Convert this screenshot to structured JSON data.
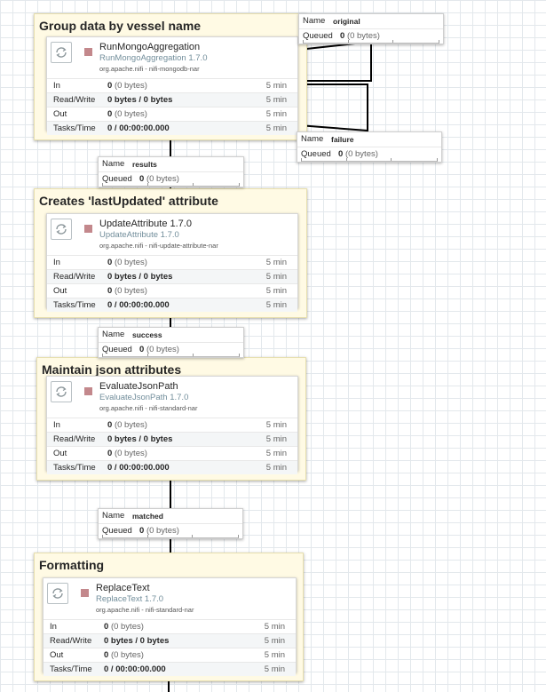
{
  "process_groups": [
    {
      "label": "Group data by vessel name",
      "processor": {
        "name": "RunMongoAggregation",
        "type_version": "RunMongoAggregation 1.7.0",
        "bundle": "org.apache.nifi - nifi-mongodb-nar",
        "stats": [
          {
            "label": "In",
            "value": "0",
            "detail": "(0 bytes)",
            "time": "5 min"
          },
          {
            "label": "Read/Write",
            "value": "0 bytes / 0 bytes",
            "detail": "",
            "time": "5 min"
          },
          {
            "label": "Out",
            "value": "0",
            "detail": "(0 bytes)",
            "time": "5 min"
          },
          {
            "label": "Tasks/Time",
            "value": "0 / 00:00:00.000",
            "detail": "",
            "time": "5 min"
          }
        ]
      }
    },
    {
      "label": "Creates 'lastUpdated' attribute",
      "processor": {
        "name": "UpdateAttribute 1.7.0",
        "type_version": "UpdateAttribute 1.7.0",
        "bundle": "org.apache.nifi - nifi-update-attribute-nar",
        "stats": [
          {
            "label": "In",
            "value": "0",
            "detail": "(0 bytes)",
            "time": "5 min"
          },
          {
            "label": "Read/Write",
            "value": "0 bytes / 0 bytes",
            "detail": "",
            "time": "5 min"
          },
          {
            "label": "Out",
            "value": "0",
            "detail": "(0 bytes)",
            "time": "5 min"
          },
          {
            "label": "Tasks/Time",
            "value": "0 / 00:00:00.000",
            "detail": "",
            "time": "5 min"
          }
        ]
      }
    },
    {
      "label": "Maintain json attributes",
      "processor": {
        "name": "EvaluateJsonPath",
        "type_version": "EvaluateJsonPath 1.7.0",
        "bundle": "org.apache.nifi - nifi-standard-nar",
        "stats": [
          {
            "label": "In",
            "value": "0",
            "detail": "(0 bytes)",
            "time": "5 min"
          },
          {
            "label": "Read/Write",
            "value": "0 bytes / 0 bytes",
            "detail": "",
            "time": "5 min"
          },
          {
            "label": "Out",
            "value": "0",
            "detail": "(0 bytes)",
            "time": "5 min"
          },
          {
            "label": "Tasks/Time",
            "value": "0 / 00:00:00.000",
            "detail": "",
            "time": "5 min"
          }
        ]
      }
    },
    {
      "label": "Formatting",
      "processor": {
        "name": "ReplaceText",
        "type_version": "ReplaceText 1.7.0",
        "bundle": "org.apache.nifi - nifi-standard-nar",
        "stats": [
          {
            "label": "In",
            "value": "0",
            "detail": "(0 bytes)",
            "time": "5 min"
          },
          {
            "label": "Read/Write",
            "value": "0 bytes / 0 bytes",
            "detail": "",
            "time": "5 min"
          },
          {
            "label": "Out",
            "value": "0",
            "detail": "(0 bytes)",
            "time": "5 min"
          },
          {
            "label": "Tasks/Time",
            "value": "0 / 00:00:00.000",
            "detail": "",
            "time": "5 min"
          }
        ]
      }
    }
  ],
  "connections": [
    {
      "name_label": "Name",
      "name": "original",
      "queued_label": "Queued",
      "queued_count": "0",
      "queued_size": "(0 bytes)"
    },
    {
      "name_label": "Name",
      "name": "failure",
      "queued_label": "Queued",
      "queued_count": "0",
      "queued_size": "(0 bytes)"
    },
    {
      "name_label": "Name",
      "name": "results",
      "queued_label": "Queued",
      "queued_count": "0",
      "queued_size": "(0 bytes)"
    },
    {
      "name_label": "Name",
      "name": "success",
      "queued_label": "Queued",
      "queued_count": "0",
      "queued_size": "(0 bytes)"
    },
    {
      "name_label": "Name",
      "name": "matched",
      "queued_label": "Queued",
      "queued_count": "0",
      "queued_size": "(0 bytes)"
    }
  ],
  "colors": {
    "label_background": "#fffae4",
    "processor_stopped": "#c3888c",
    "type_text": "#728e9b",
    "connection_line": "#000000"
  }
}
